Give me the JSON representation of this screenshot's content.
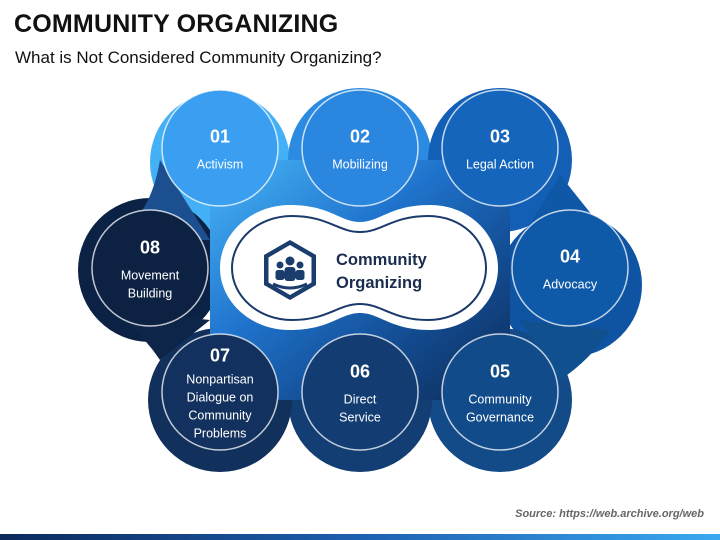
{
  "header": {
    "title": "COMMUNITY ORGANIZING",
    "subtitle": "What is Not Considered Community Organizing?"
  },
  "center": {
    "line1": "Community",
    "line2": "Organizing",
    "icon": "community-people-icon"
  },
  "items": [
    {
      "number": "01",
      "label": "Activism",
      "color": "#3a9ff0"
    },
    {
      "number": "02",
      "label": "Mobilizing",
      "color": "#2b86e0"
    },
    {
      "number": "03",
      "label": "Legal Action",
      "color": "#1465bb"
    },
    {
      "number": "04",
      "label": "Advocacy",
      "color": "#0f5aa8"
    },
    {
      "number": "05",
      "label": "Community Governance",
      "color": "#124b8a"
    },
    {
      "number": "06",
      "label": "Direct Service",
      "color": "#133d72"
    },
    {
      "number": "07",
      "label": "Nonpartisan Dialogue on Community Problems",
      "color": "#12315e"
    },
    {
      "number": "08",
      "label": "Movement Building",
      "color": "#0d2243"
    }
  ],
  "footer": {
    "source": "Source: https://web.archive.org/web"
  }
}
